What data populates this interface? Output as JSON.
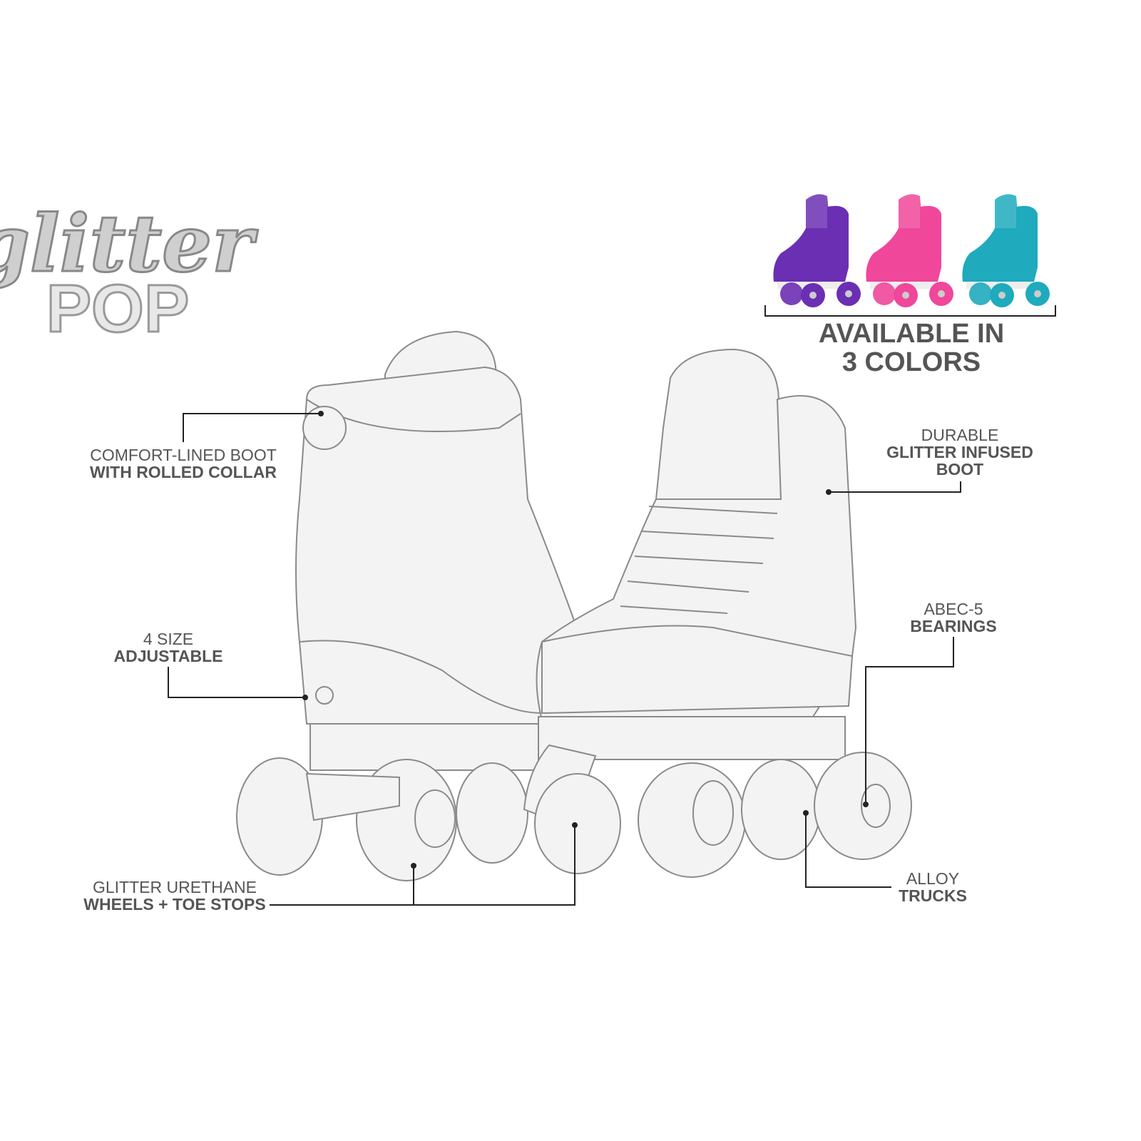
{
  "logo": {
    "line1": "glitter",
    "line2": "POP"
  },
  "colors_callout": {
    "line1": "AVAILABLE IN",
    "line2": "3 COLORS",
    "variants": [
      {
        "name": "purple",
        "color": "#6b2fb3"
      },
      {
        "name": "pink",
        "color": "#f0479a"
      },
      {
        "name": "teal",
        "color": "#1faabd"
      }
    ]
  },
  "features": [
    {
      "line1": "COMFORT-LINED BOOT",
      "line2": "WITH ROLLED COLLAR"
    },
    {
      "line1": "DURABLE",
      "line2": "GLITTER INFUSED",
      "line3": "BOOT"
    },
    {
      "line1": "4 SIZE",
      "line2": "ADJUSTABLE"
    },
    {
      "line1": "ABEC-5",
      "line2": "BEARINGS"
    },
    {
      "line1": "GLITTER URETHANE",
      "line2": "WHEELS + TOE STOPS"
    },
    {
      "line1": "ALLOY",
      "line2": "TRUCKS"
    }
  ],
  "style": {
    "text_color": "#555555",
    "line_color": "#222222"
  }
}
